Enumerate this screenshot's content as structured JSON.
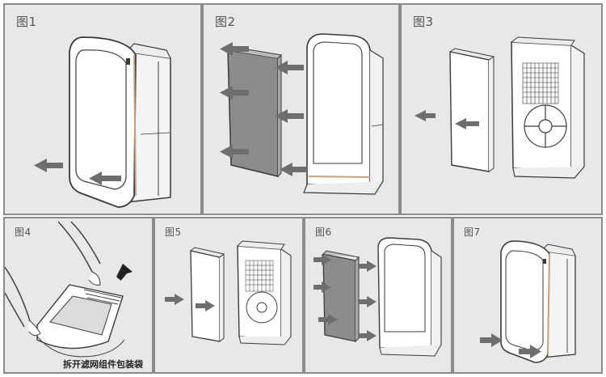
{
  "panels": [
    {
      "label": "图1"
    },
    {
      "label": "图2"
    },
    {
      "label": "图3"
    },
    {
      "label": "图4",
      "caption": "拆开滤网组件包装袋"
    },
    {
      "label": "图5"
    },
    {
      "label": "图6"
    },
    {
      "label": "图7"
    }
  ],
  "colors": {
    "panel_bg": "#e8e8e8",
    "border": "#8a8a8a",
    "outline": "#3a3a3a",
    "arrow": "#6e6e6e",
    "filter_dark": "#8c8c8c",
    "accent_edge": "#c9a27d"
  }
}
